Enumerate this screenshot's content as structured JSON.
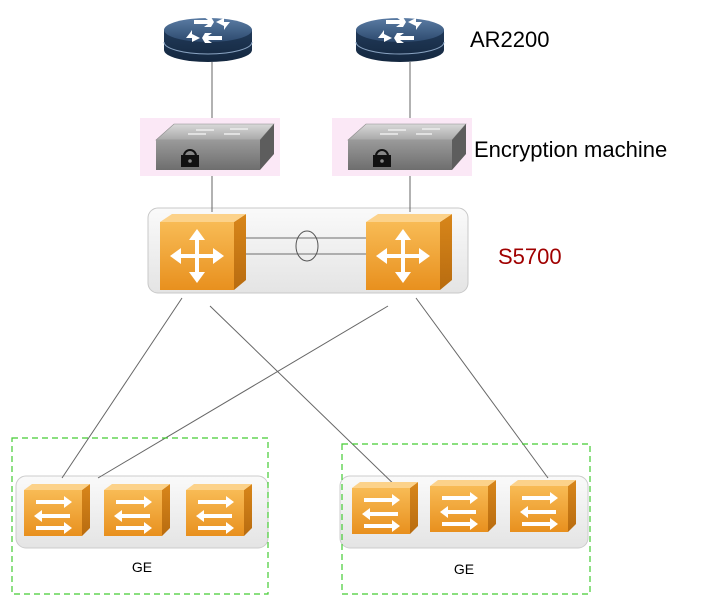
{
  "labels": {
    "router_model": "AR2200",
    "encryption": "Encryption machine",
    "core_switch": "S5700",
    "left_group": "GE",
    "right_group": "GE"
  },
  "colors": {
    "router": "#2d4a6e",
    "switch_orange": "#f0a535",
    "core_label": "#a00000",
    "group_border": "#44cc33",
    "link_line": "#666666"
  },
  "icons": {
    "router": "router-icon",
    "encryption": "encryption-device-icon",
    "core_switch": "l3-switch-icon",
    "access_switch": "l2-switch-icon"
  }
}
